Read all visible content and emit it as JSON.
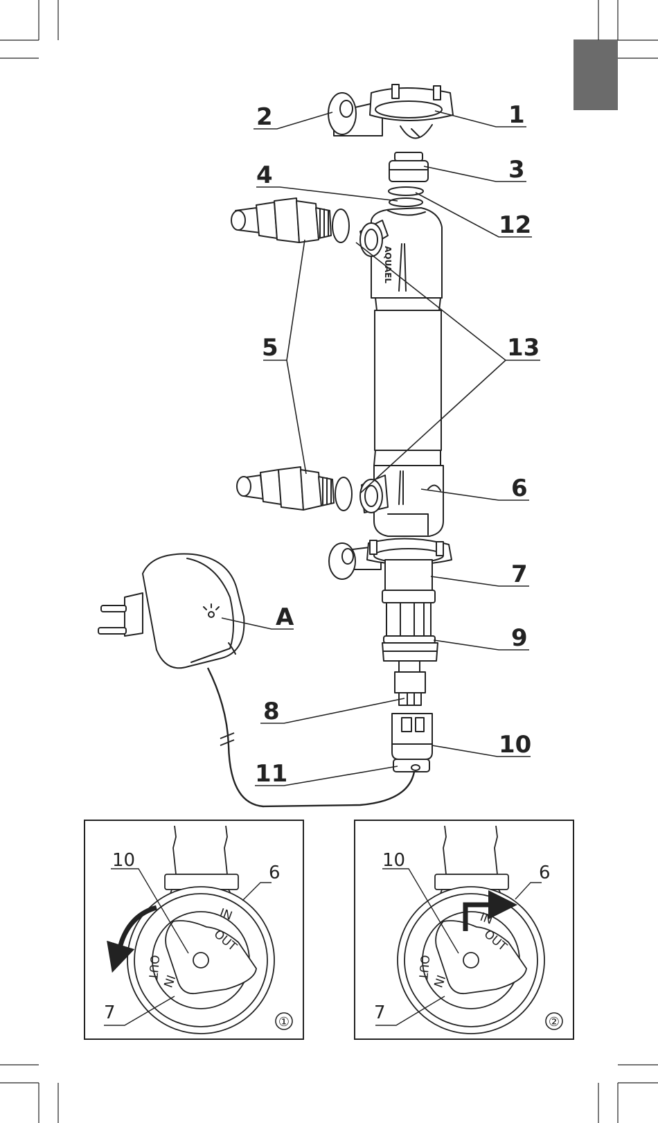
{
  "callouts": {
    "c1": "1",
    "c2": "2",
    "c3": "3",
    "c4": "4",
    "c5": "5",
    "c6": "6",
    "c7": "7",
    "c8": "8",
    "c9": "9",
    "c10": "10",
    "c11": "11",
    "c12": "12",
    "c13": "13",
    "cA": "A"
  },
  "device": {
    "brand": "AQUAEL"
  },
  "insets": [
    {
      "label_10": "10",
      "label_6": "6",
      "label_7": "7",
      "in_text": "IN",
      "out_text": "OUT",
      "in_text_2": "IN",
      "out_text_2": "OUT",
      "badge": "①"
    },
    {
      "label_10": "10",
      "label_6": "6",
      "label_7": "7",
      "in_text": "IN",
      "out_text": "OUT",
      "in_text_2": "IN",
      "out_text_2": "OUT",
      "badge": "②"
    }
  ],
  "colors": {
    "ink": "#222222",
    "tab": "#6b6b6b"
  }
}
